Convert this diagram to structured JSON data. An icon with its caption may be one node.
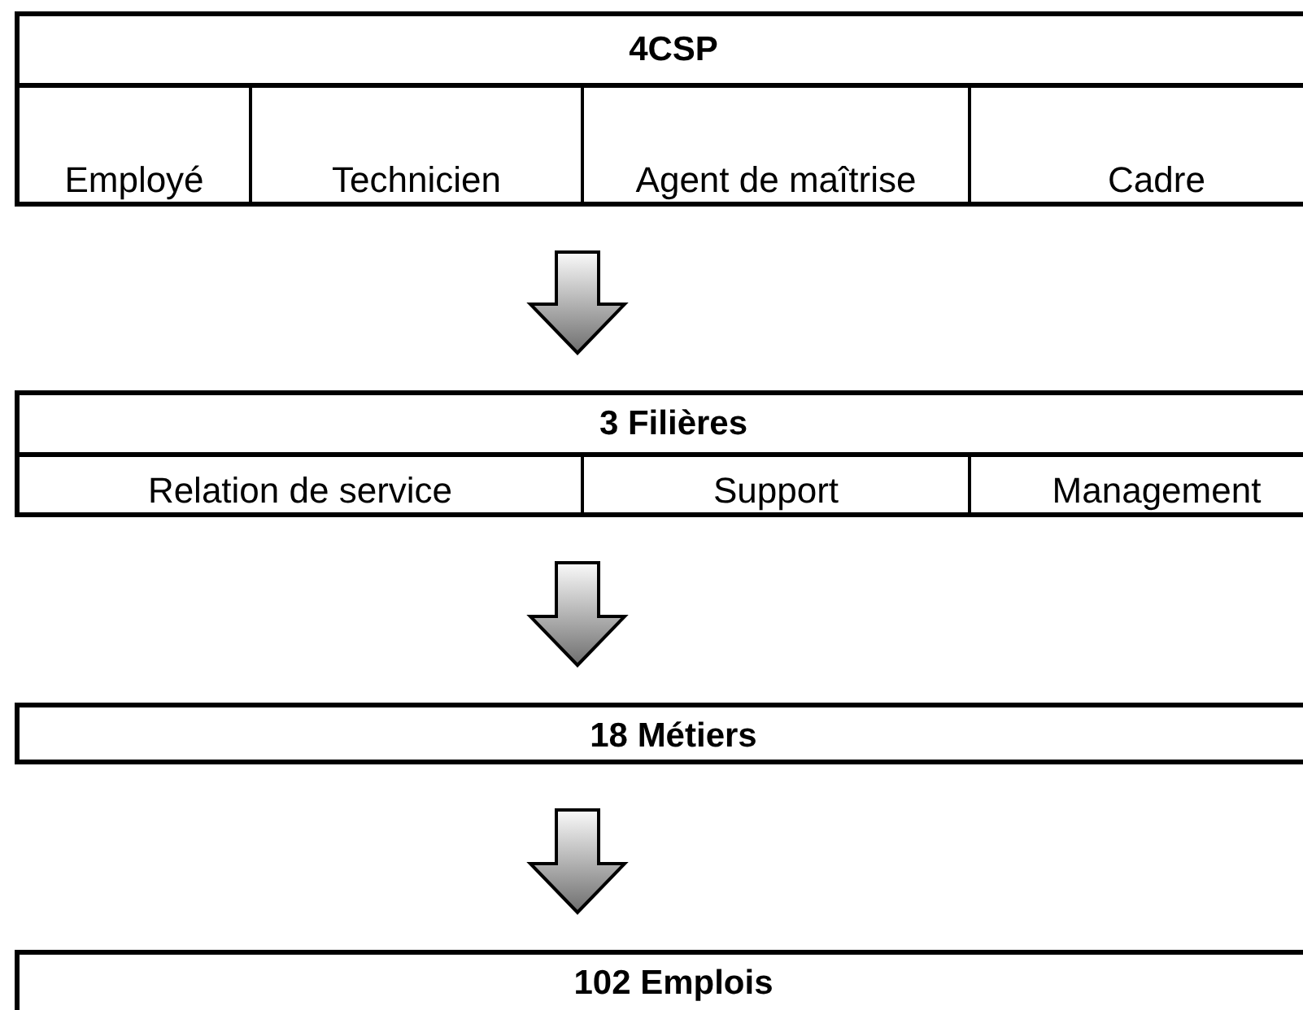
{
  "diagram": {
    "nodes": [
      {
        "text": [
          "4CSP"
        ]
      },
      {
        "text": [
          "Employé"
        ],
        "in": 0
      },
      {
        "text": [
          "Technicien"
        ],
        "in": 0
      },
      {
        "text": [
          "Agent de maîtrise"
        ],
        "in": 0
      },
      {
        "text": [
          "Cadre"
        ],
        "in": 0
      },
      {
        "text": [
          "3 Filières"
        ]
      },
      {
        "text": [
          "Relation de service"
        ],
        "in": 5
      },
      {
        "text": [
          "Support"
        ],
        "in": 5
      },
      {
        "text": [
          "Management"
        ],
        "in": 5
      },
      {
        "text": [
          "18 Métiers"
        ]
      },
      {
        "text": [
          "102 Emplois"
        ]
      }
    ],
    "edges": [
      {
        "from": 0,
        "to": 5,
        "arrow": "to"
      },
      {
        "from": 5,
        "to": 9,
        "arrow": "to"
      },
      {
        "from": 9,
        "to": 10,
        "arrow": "to"
      }
    ]
  }
}
